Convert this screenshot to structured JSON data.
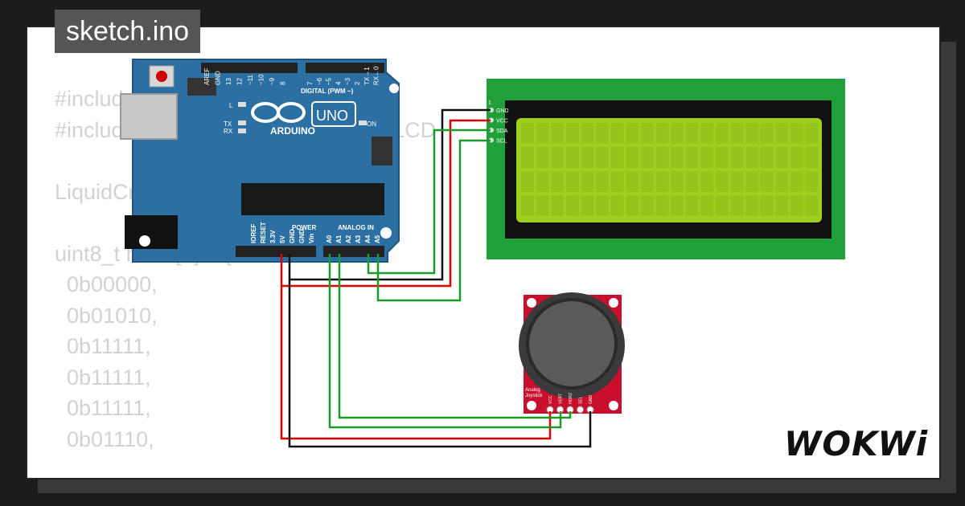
{
  "title": "sketch.ino",
  "code_lines": [
    "#include <Wire.h>",
    "#include <LiquidCrystal_I2C.h>   // LCD",
    "",
    "LiquidCrystal_I2C lcd(0x27, 20, 4);",
    "",
    "uint8_t heart[8] = {",
    "  0b00000,",
    "  0b01010,",
    "  0b11111,",
    "  0b11111,",
    "  0b11111,",
    "  0b01110,"
  ],
  "arduino": {
    "brand": "ARDUINO",
    "model": "UNO",
    "digital_label": "DIGITAL (PWM ~)",
    "power_label": "POWER",
    "analog_label": "ANALOG IN",
    "led_l": "L",
    "led_tx": "TX",
    "led_rx": "RX",
    "on_label": "ON",
    "top_pins": [
      "AREF",
      "GND",
      "13",
      "12",
      "~11",
      "~10",
      "~9",
      "8",
      "7",
      "~6",
      "~5",
      "4",
      "~3",
      "2",
      "TX→1",
      "RX←0"
    ],
    "power_pins": [
      "IOREF",
      "RESET",
      "3.3V",
      "5V",
      "GND",
      "GND",
      "Vin"
    ],
    "analog_pins": [
      "A0",
      "A1",
      "A2",
      "A3",
      "A4",
      "A5"
    ]
  },
  "lcd": {
    "pin_number": "1",
    "pins": [
      "GND",
      "VCC",
      "SDA",
      "SCL"
    ],
    "screen_color": "#9fcf1f",
    "board_color": "#1fa03a"
  },
  "joystick": {
    "label_line1": "Analog",
    "label_line2": "Joystick",
    "pins": [
      "VCC",
      "VERT",
      "HORZ",
      "SEL",
      "GND"
    ],
    "board_color": "#c8102e"
  },
  "logo": "WOKWi",
  "colors": {
    "wire_red": "#e00000",
    "wire_black": "#111111",
    "wire_green": "#1a9a2a",
    "uno_blue": "#2c6fa3"
  }
}
